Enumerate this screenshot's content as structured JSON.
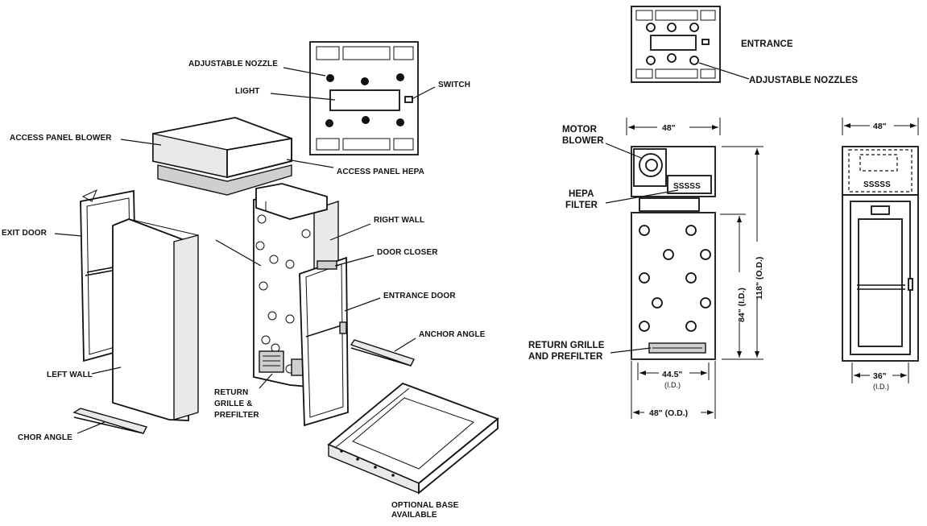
{
  "colors": {
    "ink": "#111111",
    "paper": "#ffffff",
    "shade": "#e9e9e9"
  },
  "exploded_view": {
    "labels": {
      "adjustable_nozzle": "ADJUSTABLE NOZZLE",
      "light": "LIGHT",
      "switch": "SWITCH",
      "access_panel_blower": "ACCESS PANEL BLOWER",
      "access_panel_hepa": "ACCESS PANEL HEPA",
      "exit_door": "EXIT DOOR",
      "right_wall": "RIGHT WALL",
      "door_closer": "DOOR CLOSER",
      "entrance_door": "ENTRANCE DOOR",
      "anchor_angle_right": "ANCHOR ANGLE",
      "left_wall": "LEFT WALL",
      "return_grille_line1": "RETURN",
      "return_grille_line2": "GRILLE &",
      "return_grille_line3": "PREFILTER",
      "anchor_angle_left": "CHOR ANGLE",
      "optional_base_line1": "OPTIONAL BASE",
      "optional_base_line2": "AVAILABLE"
    }
  },
  "top_view": {
    "labels": {
      "entrance": "ENTRANCE",
      "adjustable_nozzles": "ADJUSTABLE NOZZLES"
    }
  },
  "side_view": {
    "labels": {
      "motor_line1": "MOTOR",
      "motor_line2": "BLOWER",
      "hepa_line1": "HEPA",
      "hepa_line2": "FILTER",
      "return_line1": "RETURN GRILLE",
      "return_line2": "AND PREFILTER"
    },
    "dimensions": {
      "top_width": "48\"",
      "overall_height": "118\" (O.D.)",
      "inner_height": "84\" (I.D.)",
      "inner_width": "44.5\"",
      "inner_width_note": "(I.D.)",
      "outer_width": "48\" (O.D.)"
    },
    "hepa_symbol": "SSSSS"
  },
  "front_view": {
    "dimensions": {
      "top_width": "48\"",
      "door_width": "36\"",
      "door_width_note": "(I.D.)"
    },
    "hepa_symbol": "SSSSS"
  }
}
